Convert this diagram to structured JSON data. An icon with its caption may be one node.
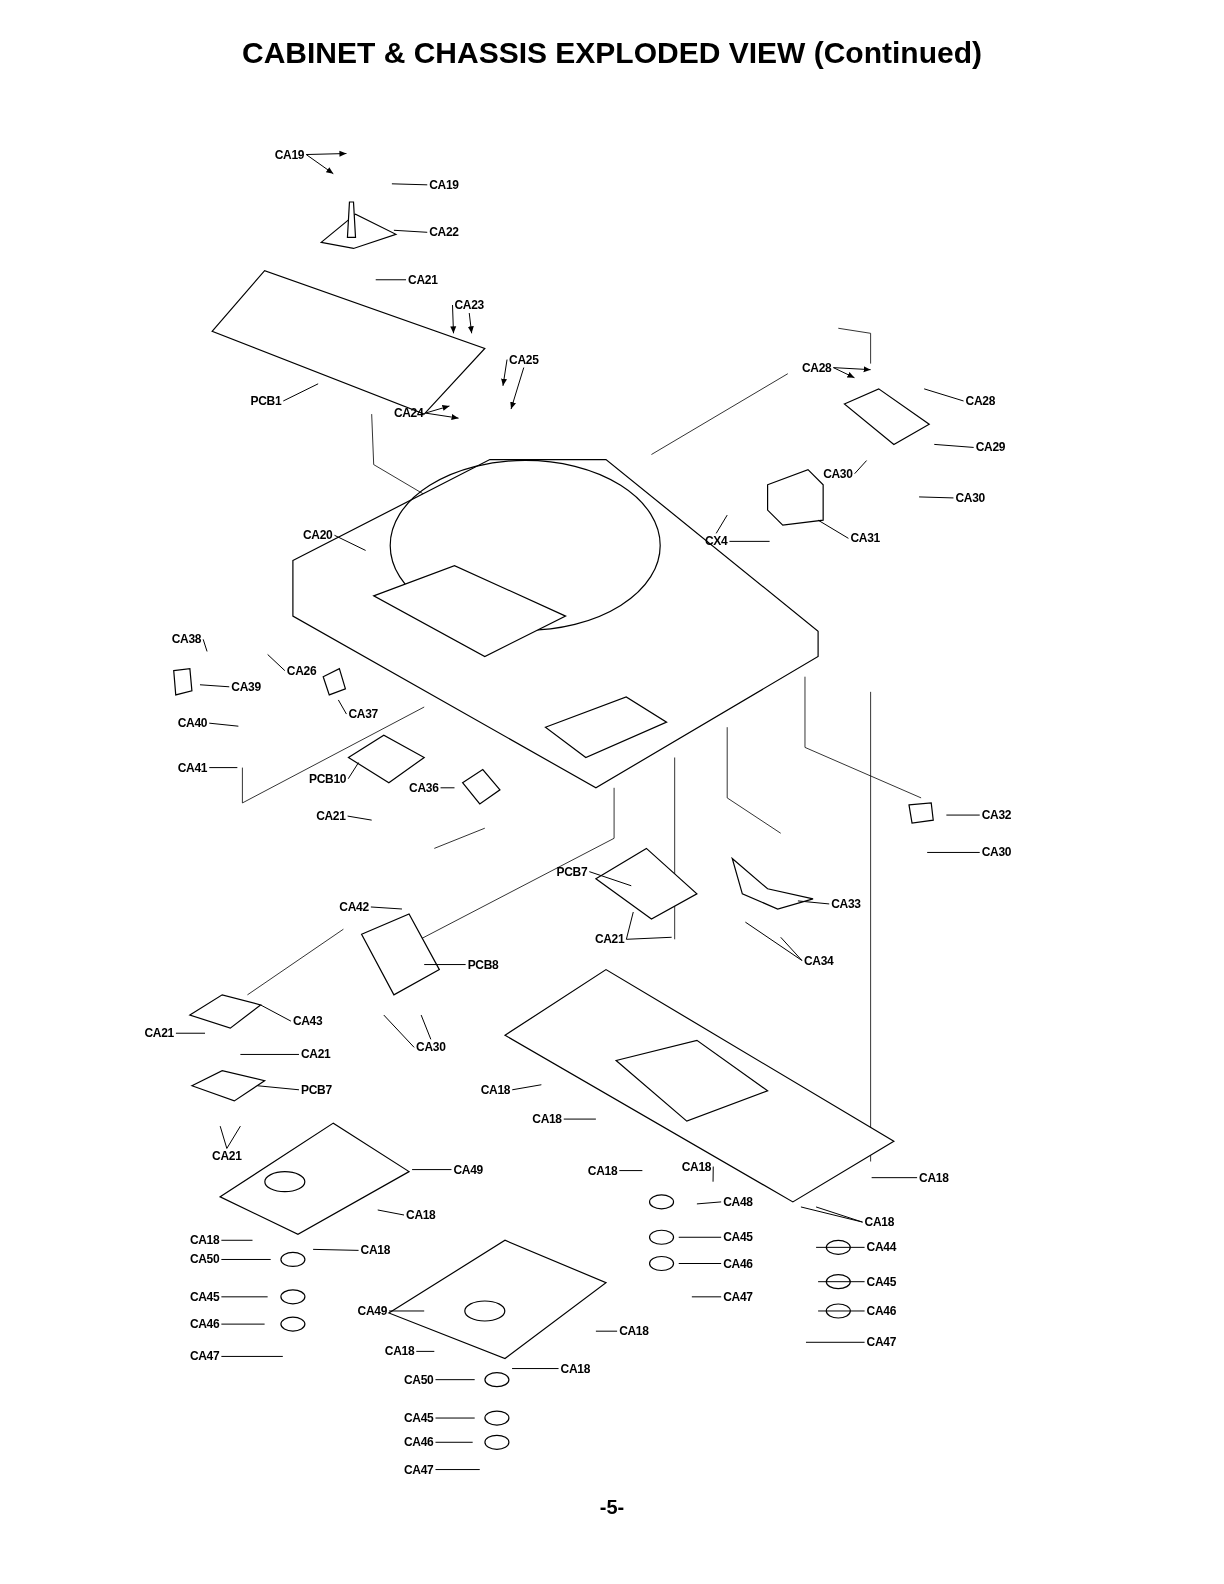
{
  "diagram": {
    "title": "CABINET & CHASSIS EXPLODED VIEW (Continued)",
    "nodes": [
      {
        "text": [
          "CA19"
        ]
      },
      {
        "text": [
          "CA19"
        ]
      },
      {
        "text": [
          "CA22"
        ]
      },
      {
        "text": [
          "CA21"
        ]
      },
      {
        "text": [
          "CA23"
        ]
      },
      {
        "text": [
          "CA25"
        ]
      },
      {
        "text": [
          "PCB1"
        ]
      },
      {
        "text": [
          "CA24"
        ]
      },
      {
        "text": [
          "CA28"
        ]
      },
      {
        "text": [
          "CA28"
        ]
      },
      {
        "text": [
          "CA29"
        ]
      },
      {
        "text": [
          "CA30"
        ]
      },
      {
        "text": [
          "CA30"
        ]
      },
      {
        "text": [
          "CX4"
        ]
      },
      {
        "text": [
          "CA31"
        ]
      },
      {
        "text": [
          "CA20"
        ]
      },
      {
        "text": [
          "CA38"
        ]
      },
      {
        "text": [
          "CA26"
        ]
      },
      {
        "text": [
          "CA39"
        ]
      },
      {
        "text": [
          "CA37"
        ]
      },
      {
        "text": [
          "CA40"
        ]
      },
      {
        "text": [
          "CA41"
        ]
      },
      {
        "text": [
          "PCB10"
        ]
      },
      {
        "text": [
          "CA36"
        ]
      },
      {
        "text": [
          "CA21"
        ]
      },
      {
        "text": [
          "CA32"
        ]
      },
      {
        "text": [
          "CA30"
        ]
      },
      {
        "text": [
          "PCB7"
        ]
      },
      {
        "text": [
          "CA33"
        ]
      },
      {
        "text": [
          "CA42"
        ]
      },
      {
        "text": [
          "PCB8"
        ]
      },
      {
        "text": [
          "CA21"
        ]
      },
      {
        "text": [
          "CA34"
        ]
      },
      {
        "text": [
          "CA43"
        ]
      },
      {
        "text": [
          "CA21"
        ]
      },
      {
        "text": [
          "CA30"
        ]
      },
      {
        "text": [
          "CA21"
        ]
      },
      {
        "text": [
          "PCB7"
        ]
      },
      {
        "text": [
          "CA18"
        ]
      },
      {
        "text": [
          "CA18"
        ]
      },
      {
        "text": [
          "CA21"
        ]
      },
      {
        "text": [
          "CA49"
        ]
      },
      {
        "text": [
          "CA18"
        ]
      },
      {
        "text": [
          "CA18"
        ]
      },
      {
        "text": [
          "CA18"
        ]
      },
      {
        "text": [
          "CA18"
        ]
      },
      {
        "text": [
          "CA48"
        ]
      },
      {
        "text": [
          "CA18"
        ]
      },
      {
        "text": [
          "CA18"
        ]
      },
      {
        "text": [
          "CA18"
        ]
      },
      {
        "text": [
          "CA50"
        ]
      },
      {
        "text": [
          "CA45"
        ]
      },
      {
        "text": [
          "CA44"
        ]
      },
      {
        "text": [
          "CA46"
        ]
      },
      {
        "text": [
          "CA45"
        ]
      },
      {
        "text": [
          "CA45"
        ]
      },
      {
        "text": [
          "CA47"
        ]
      },
      {
        "text": [
          "CA46"
        ]
      },
      {
        "text": [
          "CA49"
        ]
      },
      {
        "text": [
          "CA46"
        ]
      },
      {
        "text": [
          "CA18"
        ]
      },
      {
        "text": [
          "CA47"
        ]
      },
      {
        "text": [
          "CA47"
        ]
      },
      {
        "text": [
          "CA18"
        ]
      },
      {
        "text": [
          "CA18"
        ]
      },
      {
        "text": [
          "CA50"
        ]
      },
      {
        "text": [
          "CA45"
        ]
      },
      {
        "text": [
          "CA46"
        ]
      },
      {
        "text": [
          "CA47"
        ]
      }
    ],
    "edges": [
      {
        "from": 0,
        "to": null,
        "arrow": "to"
      },
      {
        "from": 0,
        "to": null,
        "arrow": "to"
      },
      {
        "from": 1,
        "to": null,
        "arrow": "none"
      },
      {
        "from": 2,
        "to": null,
        "arrow": "none"
      },
      {
        "from": 3,
        "to": null,
        "arrow": "none"
      },
      {
        "from": 4,
        "to": null,
        "arrow": "to"
      },
      {
        "from": 4,
        "to": null,
        "arrow": "to"
      },
      {
        "from": 5,
        "to": null,
        "arrow": "to"
      },
      {
        "from": 5,
        "to": null,
        "arrow": "to"
      },
      {
        "from": 6,
        "to": null,
        "arrow": "none"
      },
      {
        "from": 7,
        "to": null,
        "arrow": "to"
      },
      {
        "from": 7,
        "to": null,
        "arrow": "to"
      },
      {
        "from": 8,
        "to": null,
        "arrow": "to"
      },
      {
        "from": 8,
        "to": null,
        "arrow": "to"
      },
      {
        "from": 9,
        "to": null,
        "arrow": "none"
      },
      {
        "from": 10,
        "to": null,
        "arrow": "none"
      },
      {
        "from": 11,
        "to": null,
        "arrow": "none"
      },
      {
        "from": 12,
        "to": null,
        "arrow": "none"
      },
      {
        "from": 13,
        "to": null,
        "arrow": "none"
      },
      {
        "from": 13,
        "to": null,
        "arrow": "none"
      },
      {
        "from": 14,
        "to": null,
        "arrow": "none"
      },
      {
        "from": 15,
        "to": null,
        "arrow": "none"
      },
      {
        "from": 16,
        "to": null,
        "arrow": "none"
      },
      {
        "from": 17,
        "to": null,
        "arrow": "none"
      },
      {
        "from": 18,
        "to": null,
        "arrow": "none"
      },
      {
        "from": 19,
        "to": null,
        "arrow": "none"
      },
      {
        "from": 20,
        "to": null,
        "arrow": "none"
      },
      {
        "from": 21,
        "to": null,
        "arrow": "none"
      },
      {
        "from": 22,
        "to": null,
        "arrow": "none"
      },
      {
        "from": 23,
        "to": null,
        "arrow": "none"
      },
      {
        "from": 24,
        "to": null,
        "arrow": "none"
      },
      {
        "from": 25,
        "to": null,
        "arrow": "none"
      },
      {
        "from": 26,
        "to": null,
        "arrow": "none"
      },
      {
        "from": 27,
        "to": null,
        "arrow": "none"
      },
      {
        "from": 28,
        "to": null,
        "arrow": "none"
      },
      {
        "from": 29,
        "to": null,
        "arrow": "none"
      },
      {
        "from": 30,
        "to": null,
        "arrow": "none"
      },
      {
        "from": 31,
        "to": null,
        "arrow": "none"
      },
      {
        "from": 31,
        "to": null,
        "arrow": "none"
      },
      {
        "from": 32,
        "to": null,
        "arrow": "none"
      },
      {
        "from": 32,
        "to": null,
        "arrow": "none"
      },
      {
        "from": 33,
        "to": null,
        "arrow": "none"
      },
      {
        "from": 34,
        "to": null,
        "arrow": "none"
      },
      {
        "from": 35,
        "to": null,
        "arrow": "none"
      },
      {
        "from": 35,
        "to": null,
        "arrow": "none"
      },
      {
        "from": 36,
        "to": null,
        "arrow": "none"
      },
      {
        "from": 37,
        "to": null,
        "arrow": "none"
      },
      {
        "from": 38,
        "to": null,
        "arrow": "none"
      },
      {
        "from": 39,
        "to": null,
        "arrow": "none"
      },
      {
        "from": 40,
        "to": null,
        "arrow": "none"
      },
      {
        "from": 40,
        "to": null,
        "arrow": "none"
      },
      {
        "from": 41,
        "to": null,
        "arrow": "none"
      },
      {
        "from": 42,
        "to": null,
        "arrow": "none"
      },
      {
        "from": 43,
        "to": null,
        "arrow": "none"
      },
      {
        "from": 44,
        "to": null,
        "arrow": "none"
      },
      {
        "from": 45,
        "to": null,
        "arrow": "none"
      },
      {
        "from": 46,
        "to": null,
        "arrow": "none"
      },
      {
        "from": 47,
        "to": null,
        "arrow": "none"
      },
      {
        "from": 48,
        "to": null,
        "arrow": "none"
      },
      {
        "from": 48,
        "to": null,
        "arrow": "none"
      },
      {
        "from": 49,
        "to": null,
        "arrow": "none"
      },
      {
        "from": 50,
        "to": null,
        "arrow": "none"
      },
      {
        "from": 51,
        "to": null,
        "arrow": "none"
      },
      {
        "from": 52,
        "to": null,
        "arrow": "none"
      },
      {
        "from": 53,
        "to": null,
        "arrow": "none"
      },
      {
        "from": 54,
        "to": null,
        "arrow": "none"
      },
      {
        "from": 55,
        "to": null,
        "arrow": "none"
      },
      {
        "from": 56,
        "to": null,
        "arrow": "none"
      },
      {
        "from": 57,
        "to": null,
        "arrow": "none"
      },
      {
        "from": 58,
        "to": null,
        "arrow": "none"
      },
      {
        "from": 59,
        "to": null,
        "arrow": "none"
      },
      {
        "from": 60,
        "to": null,
        "arrow": "none"
      },
      {
        "from": 61,
        "to": null,
        "arrow": "none"
      },
      {
        "from": 62,
        "to": null,
        "arrow": "none"
      },
      {
        "from": 63,
        "to": null,
        "arrow": "none"
      },
      {
        "from": 64,
        "to": null,
        "arrow": "none"
      },
      {
        "from": 65,
        "to": null,
        "arrow": "none"
      },
      {
        "from": 66,
        "to": null,
        "arrow": "none"
      },
      {
        "from": 67,
        "to": null,
        "arrow": "none"
      },
      {
        "from": 68,
        "to": null,
        "arrow": "none"
      }
    ],
    "labels": [
      "-5-"
    ]
  }
}
